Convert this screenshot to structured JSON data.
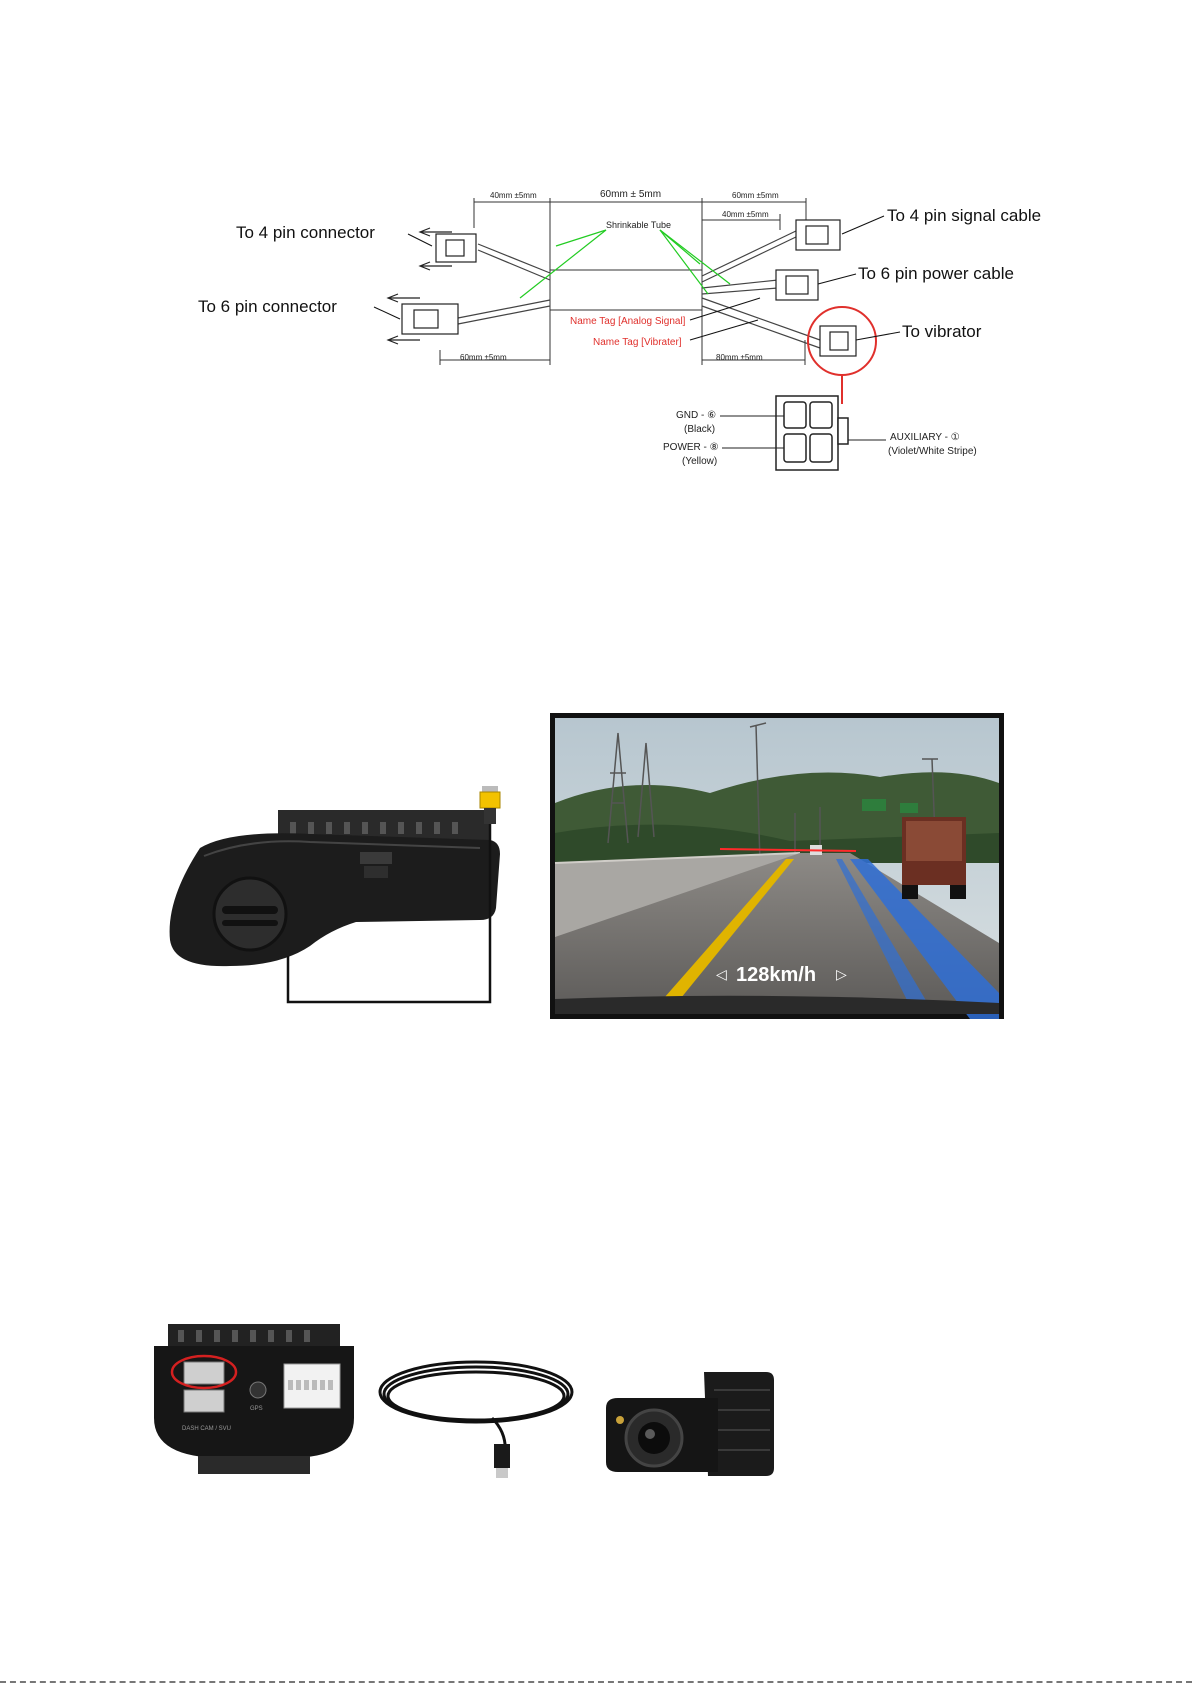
{
  "wiring_diagram": {
    "callouts": {
      "to_4pin_connector": "To 4 pin connector",
      "to_6pin_connector": "To 6 pin connector",
      "to_4pin_signal_cable": "To 4 pin signal cable",
      "to_6pin_power_cable": "To 6 pin power cable",
      "to_vibrator": "To vibrator"
    },
    "dimensions": {
      "left_top": "40mm ±5mm",
      "middle": "60mm ± 5mm",
      "right_top": "60mm ±5mm",
      "right_top_inner": "40mm ±5mm",
      "left_bottom": "60mm ±5mm",
      "right_bottom": "80mm ±5mm"
    },
    "labels": {
      "shrinkable_tube": "Shrinkable Tube",
      "name_tag_analog": "Name Tag [Analog Signal]",
      "name_tag_vibrater": "Name Tag [Vibrater]"
    },
    "pinout": {
      "gnd": "GND - ⑥",
      "gnd_color": "(Black)",
      "power": "POWER - ⑧",
      "power_color": "(Yellow)",
      "auxiliary": "AUXILIARY - ①",
      "auxiliary_color": "(Violet/White Stripe)"
    },
    "colors": {
      "leader_green": "#22cc22",
      "tag_red": "#e0302c",
      "highlight_red": "#e0302c"
    }
  },
  "video_demo": {
    "speed_readout": "128km/h",
    "arrow_left": "◁",
    "arrow_right": "▷",
    "colors": {
      "rca_yellow": "#f2c200",
      "lane_yellow": "#e0b400",
      "lane_blue": "#2f6fd6",
      "ldw_red": "#ff2a2a"
    }
  },
  "dashcam_section": {
    "port_label": "DASH CAM / SVU",
    "gps_label": "GPS",
    "colors": {
      "highlight_red": "#d42020"
    }
  }
}
